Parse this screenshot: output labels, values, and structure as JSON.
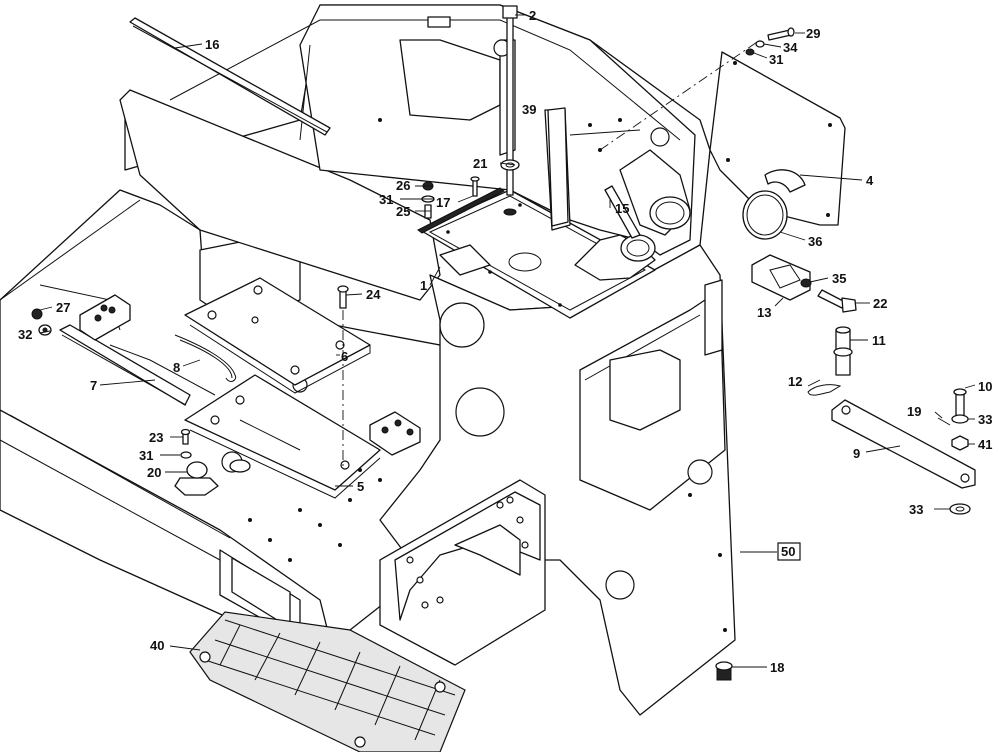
{
  "callouts": [
    {
      "id": "c1",
      "text": "1"
    },
    {
      "id": "c2",
      "text": "2"
    },
    {
      "id": "c4",
      "text": "4"
    },
    {
      "id": "c5",
      "text": "5"
    },
    {
      "id": "c6",
      "text": "6"
    },
    {
      "id": "c7",
      "text": "7"
    },
    {
      "id": "c8",
      "text": "8"
    },
    {
      "id": "c9",
      "text": "9"
    },
    {
      "id": "c10",
      "text": "10"
    },
    {
      "id": "c11",
      "text": "11"
    },
    {
      "id": "c12",
      "text": "12"
    },
    {
      "id": "c13",
      "text": "13"
    },
    {
      "id": "c15",
      "text": "15"
    },
    {
      "id": "c16",
      "text": "16"
    },
    {
      "id": "c17",
      "text": "17"
    },
    {
      "id": "c18",
      "text": "18"
    },
    {
      "id": "c19",
      "text": "19"
    },
    {
      "id": "c20",
      "text": "20"
    },
    {
      "id": "c21",
      "text": "21"
    },
    {
      "id": "c22",
      "text": "22"
    },
    {
      "id": "c23",
      "text": "23"
    },
    {
      "id": "c24",
      "text": "24"
    },
    {
      "id": "c25",
      "text": "25"
    },
    {
      "id": "c26",
      "text": "26"
    },
    {
      "id": "c27",
      "text": "27"
    },
    {
      "id": "c29",
      "text": "29"
    },
    {
      "id": "c31a",
      "text": "31"
    },
    {
      "id": "c31b",
      "text": "31"
    },
    {
      "id": "c31c",
      "text": "31"
    },
    {
      "id": "c32",
      "text": "32"
    },
    {
      "id": "c33a",
      "text": "33"
    },
    {
      "id": "c33b",
      "text": "33"
    },
    {
      "id": "c34",
      "text": "34"
    },
    {
      "id": "c35",
      "text": "35"
    },
    {
      "id": "c36",
      "text": "36"
    },
    {
      "id": "c39",
      "text": "39"
    },
    {
      "id": "c40",
      "text": "40"
    },
    {
      "id": "c41",
      "text": "41"
    },
    {
      "id": "c50",
      "text": "50"
    }
  ]
}
